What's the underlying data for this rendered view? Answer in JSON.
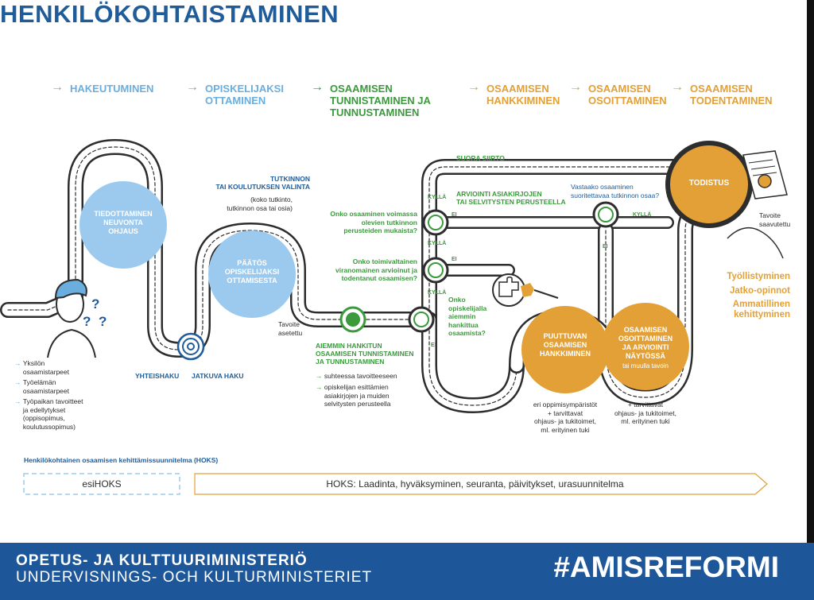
{
  "title": "HENKILÖKOHTAISTAMINEN",
  "stages": [
    {
      "label": "HAKEUTUMINEN"
    },
    {
      "label": "OPISKELIJAKSI\nOTTAMINEN"
    },
    {
      "label": "OSAAMISEN\nTUNNISTAMINEN JA\nTUNNUSTAMINEN"
    },
    {
      "label": "OSAAMISEN\nHANKKIMINEN"
    },
    {
      "label": "OSAAMISEN\nOSOITTAMINEN"
    },
    {
      "label": "OSAAMISEN\nTODENTAMINEN"
    }
  ],
  "colors": {
    "blue_dark": "#1f5c99",
    "blue_light": "#6aaee0",
    "blue_circle": "#9ccaee",
    "green": "#3a9a3c",
    "orange": "#e2a036",
    "road": "#2d2d2d",
    "footer": "#1e5799"
  },
  "circles": {
    "tiedottaminen": "TIEDOTTAMINEN\nNEUVONTA\nOHJAUS",
    "paatos": "PÄÄTÖS\nOPISKELIJAKSI\nOTTAMISESTA",
    "puuttuva": "PUUTTUVAN\nOSAAMISEN\nHANKKIMINEN",
    "osoittaminen": "OSAAMISEN\nOSOITTAMINEN\nJA ARVIOINTI\nNÄYTÖSSÄ",
    "osoittaminen_sub": "tai muulla tavoin",
    "todistus": "TODISTUS"
  },
  "labels": {
    "tutkinnon": "TUTKINNON\nTAI KOULUTUKSEN VALINTA",
    "tutkinnon_sub": "(koko tutkinto,\ntutkinnon osa tai osia)",
    "yhteishaku": "YHTEISHAKU",
    "jatkuva": "JATKUVA HAKU",
    "tavoite_asetettu": "Tavoite\nasetettu",
    "suora_siirto": "SUORA SIIRTO",
    "arviointi": "ARVIOINTI ASIAKIRJOJEN\nTAI SELVITYSTEN PERUSTEELLA",
    "vastaako": "Vastaako osaaminen\nsuoritettavaa tutkinnon osaa?",
    "kylla": "KYLLÄ",
    "ei": "EI",
    "q1": "Onko osaaminen voimassa\nolevien tutkinnon\nperusteiden mukaista?",
    "q2": "Onko toimivaltainen\nviranomainen arvioinut ja\ntodentanut osaamisen?",
    "q3": "Onko\nopiskelijalla\naiemmin\nhankittua\nosaamista?",
    "tavoite_saavutettu": "Tavoite\nsaavutettu",
    "aiemmin": "AIEMMIN HANKITUN\nOSAAMISEN TUNNISTAMINEN\nJA TUNNUSTAMINEN",
    "aiemmin_b1": "suhteessa tavoitteeseen",
    "aiemmin_b2": "opiskelijan esittämien\nasiakirjojen ja muiden\nselvitysten perusteella",
    "needs": [
      "Yksilön\nosaamistarpeet",
      "Työelämän\nosaamistarpeet",
      "Työpaikan tavoitteet\nja edellytykset\n(oppisopimus,\nkoulutussopimus)"
    ],
    "outcomes": [
      "Työllistyminen",
      "Jatko-opinnot",
      "Ammatillinen\nkehittyminen"
    ],
    "env1": "eri oppimisympäristöt\n+ tarvittavat\nohjaus- ja tukitoimet,\nml. erityinen tuki",
    "env2": "+ tarvittavat\nohjaus- ja tukitoimet,\nml. erityinen tuki"
  },
  "hoks": {
    "heading": "Henkilökohtainen osaamisen kehittämissuunnitelma (HOKS)",
    "esihoks": "esiHOKS",
    "main": "HOKS: Laadinta, hyväksyminen, seuranta, päivitykset, urasuunnitelma"
  },
  "footer": {
    "line1": "OPETUS- JA KULTTUURIMINISTERIÖ",
    "line2": "UNDERVISNINGS- OCH KULTURMINISTERIET",
    "tag": "#AMISREFORMI"
  }
}
